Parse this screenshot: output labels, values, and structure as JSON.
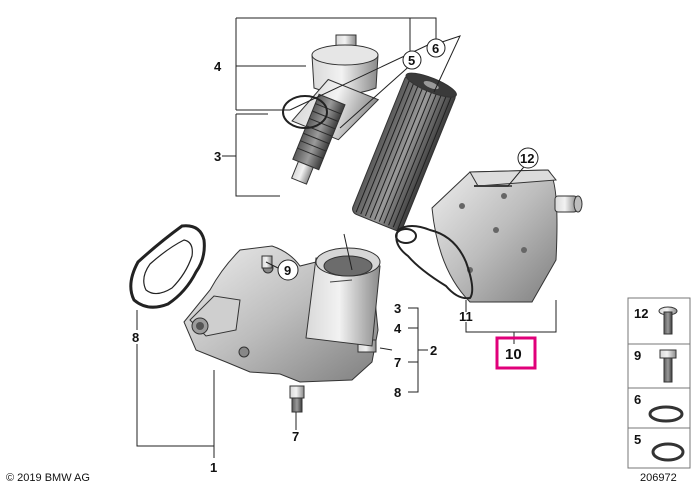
{
  "copyright": "© 2019 BMW AG",
  "image_id": "206972",
  "highlight_color": "#e0007a",
  "callouts": {
    "c1": "1",
    "c2": "2",
    "c3a": "3",
    "c3b": "3",
    "c4a": "4",
    "c4b": "4",
    "c5": "5",
    "c6": "6",
    "c7a": "7",
    "c7b": "7",
    "c8a": "8",
    "c8b": "8",
    "c9": "9",
    "c10": "10",
    "c11": "11",
    "c12": "12"
  },
  "legend": [
    {
      "number": "12",
      "icon": "screw-icon"
    },
    {
      "number": "9",
      "icon": "bolt-icon"
    },
    {
      "number": "6",
      "icon": "sealing-ring-icon"
    },
    {
      "number": "5",
      "icon": "o-ring-icon"
    }
  ]
}
